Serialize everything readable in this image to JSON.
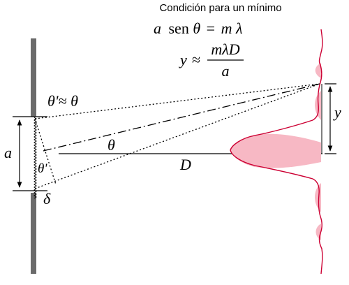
{
  "caption": "Condición para un mínimo",
  "eq_min": {
    "a": "a",
    "sen": "sen",
    "theta": "θ",
    "eq": "=",
    "m": "m",
    "lambda": "λ"
  },
  "eq_y": {
    "lhs": "y",
    "approx": "≈",
    "num": "mλD",
    "den": "a"
  },
  "labels": {
    "theta_prime_approx": "θ'≈ θ",
    "theta": "θ",
    "theta_prime": "θ'",
    "a": "a",
    "delta": "δ",
    "D": "D",
    "y": "y"
  },
  "colors": {
    "ink": "#000000",
    "wall": "#6b6b6b",
    "curve": "#cc0033",
    "fill": "#f7b8c4"
  }
}
